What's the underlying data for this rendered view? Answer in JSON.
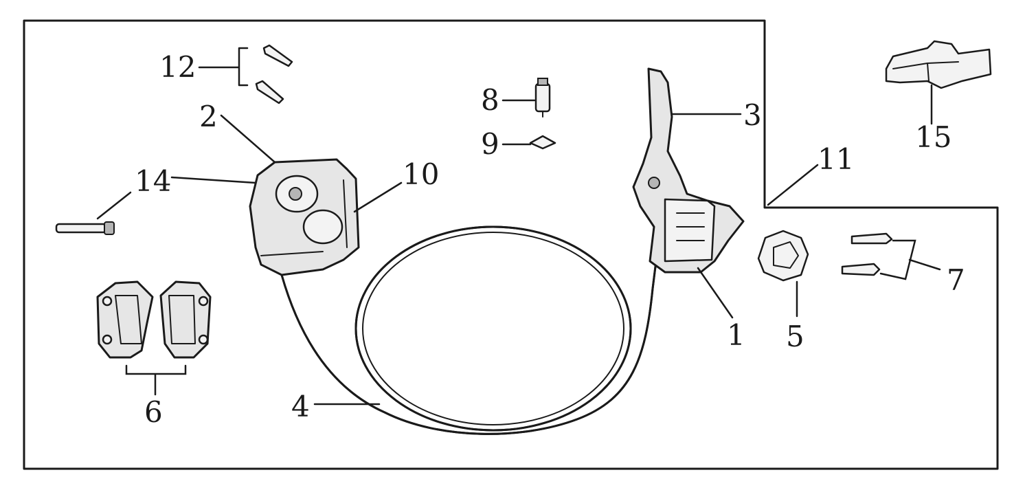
{
  "labels": {
    "p1": "1",
    "p2": "2",
    "p3": "3",
    "p4": "4",
    "p5": "5",
    "p6": "6",
    "p7": "7",
    "p8": "8",
    "p9": "9",
    "p10": "10",
    "p11": "11",
    "p12": "12",
    "p14": "14",
    "p15": "15"
  },
  "colors": {
    "line": "#1a1a1a",
    "part_fill": "#e6e6e6",
    "background": "#ffffff"
  }
}
